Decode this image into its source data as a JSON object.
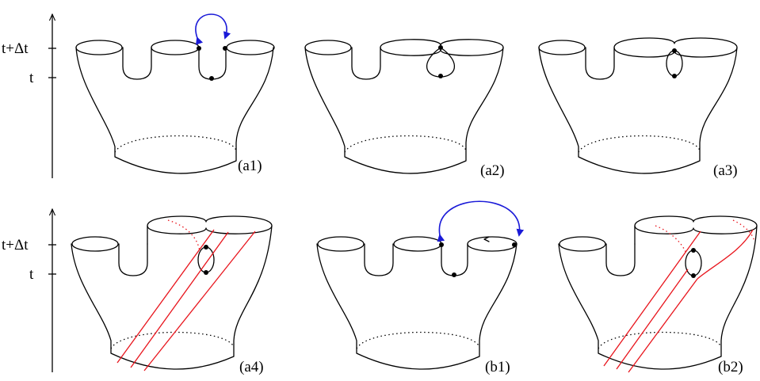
{
  "axes": [
    {
      "upper_tick": "t+Δt",
      "lower_tick": "t"
    },
    {
      "upper_tick": "t+Δt",
      "lower_tick": "t"
    }
  ],
  "panels": [
    {
      "id": "a1",
      "label": "(a1)"
    },
    {
      "id": "a2",
      "label": "(a2)"
    },
    {
      "id": "a3",
      "label": "(a3)"
    },
    {
      "id": "a4",
      "label": "(a4)"
    },
    {
      "id": "b1",
      "label": "(b1)"
    },
    {
      "id": "b2",
      "label": "(b2)"
    }
  ],
  "colors": {
    "curve": "#000000",
    "arc": "#e8141c",
    "move_arrow": "#1a1ad8"
  }
}
